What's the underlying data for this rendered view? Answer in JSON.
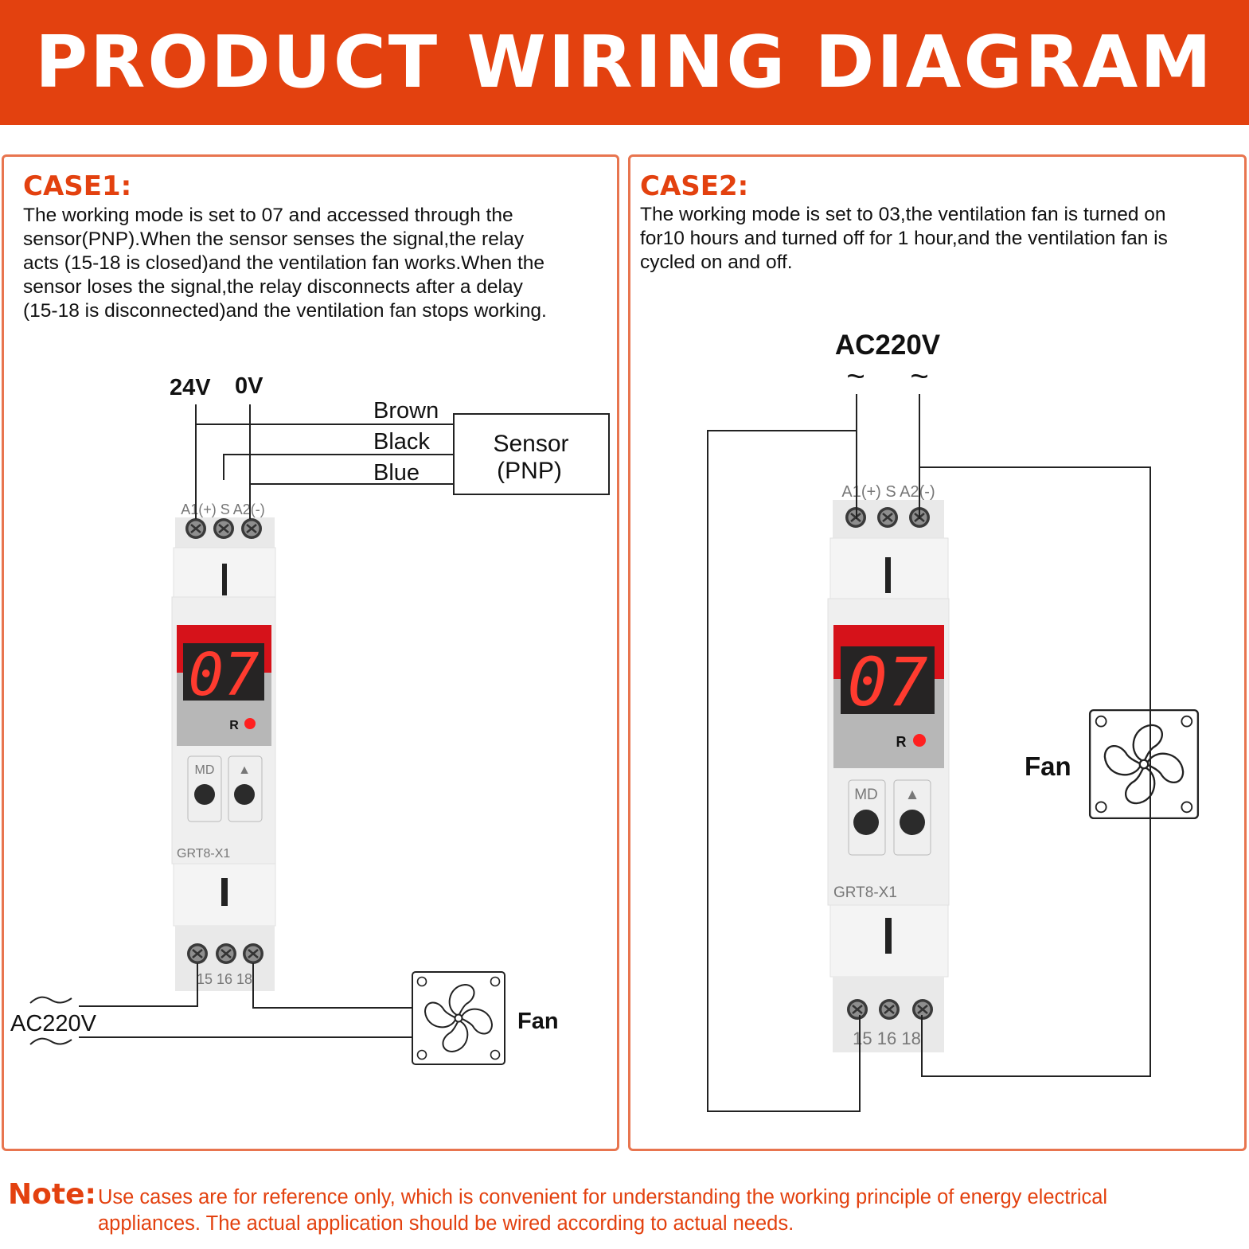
{
  "header": {
    "title": "PRODUCT WIRING DIAGRAM"
  },
  "case1": {
    "title": "CASE1:",
    "text": "The working mode is set to 07 and accessed through the\nsensor(PNP).When the sensor senses the signal,the relay\nacts (15-18 is closed)and the ventilation fan works.When the\nsensor loses the signal,the relay disconnects after a delay\n(15-18 is disconnected)and the ventilation fan stops working.",
    "supply_24v": "24V",
    "supply_0v": "0V",
    "wire_brown": "Brown",
    "wire_black": "Black",
    "wire_blue": "Blue",
    "sensor_line1": "Sensor",
    "sensor_line2": "(PNP)",
    "ac_label": "AC220V",
    "fan_label": "Fan"
  },
  "case2": {
    "title": "CASE2:",
    "text": "The working mode is set to 03,the ventilation fan is turned on\nfor10 hours and turned off for 1 hour,and the ventilation fan is\ncycled on and off.",
    "ac_label": "AC220V",
    "ac_symbol": "~",
    "fan_label": "Fan"
  },
  "device": {
    "top_terminals": "A1(+) S A2(-)",
    "display_value": "07",
    "relay_indicator": "R",
    "button_md": "MD",
    "button_up": "▲",
    "model": "GRT8-X1",
    "bottom_terminals": "15  16  18"
  },
  "note": {
    "title": "Note:",
    "text": "Use cases are for reference only, which is convenient for understanding the working principle of energy electrical\nappliances. The actual application should be wired according to actual needs."
  },
  "colors": {
    "accent": "#e3410f",
    "panel_border": "#e8754f",
    "display_red": "#d6121a",
    "led_red": "#ff2020"
  }
}
